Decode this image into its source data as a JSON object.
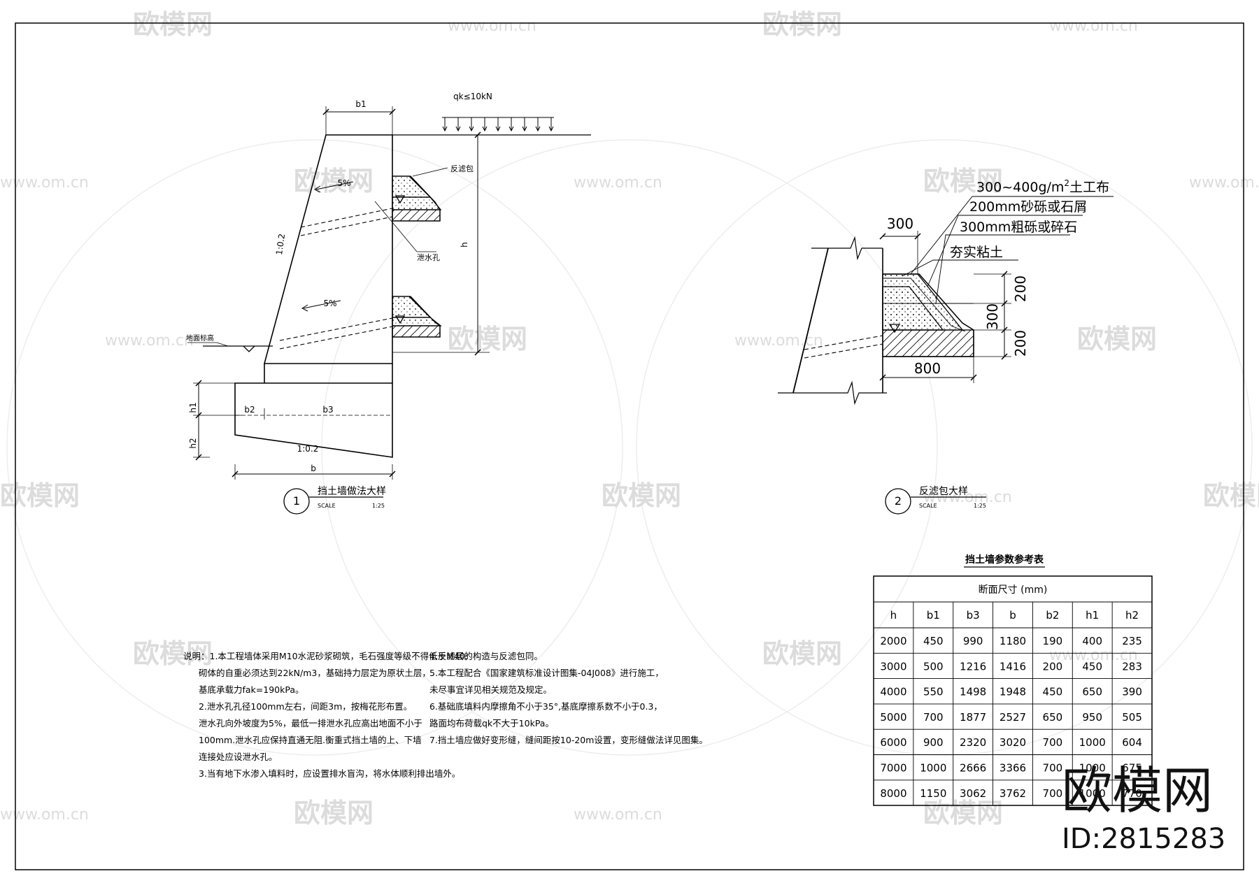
{
  "watermark": {
    "logo_text": "欧模网",
    "site_text": "www.om.cn"
  },
  "brand": {
    "name": "欧模网",
    "id_label": "ID:2815283"
  },
  "detail1": {
    "number": "1",
    "title": "挡土墙做法大样",
    "scale_label": "SCALE",
    "scale_value": "1:25",
    "load": "qk≤10kN",
    "dims": {
      "b1": "b1",
      "b2": "b2",
      "b3": "b3",
      "b": "b",
      "h": "h",
      "h1": "h1",
      "h2": "h2"
    },
    "slope1": "1:0.2",
    "slope2": "1:0.2",
    "drain_slope_1": "5%",
    "drain_slope_2": "5%",
    "callout_filter": "反滤包",
    "callout_drain": "泄水孔",
    "ground_label": "地面标高"
  },
  "detail2": {
    "number": "2",
    "title": "反滤包大样",
    "scale_label": "SCALE",
    "scale_value": "1:25",
    "layer1_prefix": "300~400g/m",
    "layer1_sup": "2",
    "layer1_suffix": "土工布",
    "layer2": "200mm砂砾或石屑",
    "layer3": "300mm粗砾或碎石",
    "layer4": "夯实粘土",
    "dim_top": "300",
    "dim_width": "800",
    "dim_v1": "200",
    "dim_v2": "300",
    "dim_v3": "200"
  },
  "notes_left": [
    "说明：1.本工程墙体采用M10水泥砂浆砌筑，毛石强度等级不得低于M40;",
    "砌体的自重必须达到22kN/m3，基础持力层定为原状土层，",
    "基底承载力fak=190kPa。",
    "2.泄水孔孔径100mm左右，间距3m，按梅花形布置。",
    "泄水孔向外坡度为5%，最低一排泄水孔应高出地面不小于",
    "100mm.泄水孔应保持直通无阻.衡重式挡土墙的上、下墙",
    "连接处应设泄水孔。",
    "3.当有地下水渗入填料时，应设置排水盲沟，将水体顺利排出墙外。"
  ],
  "notes_right": [
    "4.反滤层的构造与反滤包同。",
    "5.本工程配合《国家建筑标准设计图集-04J008》进行施工，",
    "未尽事宜详见相关规范及规定。",
    "6.基础底填料内摩擦角不小于35°,基底摩擦系数不小于0.3，",
    "路面均布荷载qk不大于10kPa。",
    "7.挡土墙应做好变形缝，缝间距按10-20m设置，变形缝做法详见图集。"
  ],
  "table": {
    "title": "挡土墙参数参考表",
    "group_header": "断面尺寸  (mm)",
    "columns": [
      "h",
      "b1",
      "b3",
      "b",
      "b2",
      "h1",
      "h2"
    ],
    "rows": [
      [
        "2000",
        "450",
        "990",
        "1180",
        "190",
        "400",
        "235"
      ],
      [
        "3000",
        "500",
        "1216",
        "1416",
        "200",
        "450",
        "283"
      ],
      [
        "4000",
        "550",
        "1498",
        "1948",
        "450",
        "650",
        "390"
      ],
      [
        "5000",
        "700",
        "1877",
        "2527",
        "650",
        "950",
        "505"
      ],
      [
        "6000",
        "900",
        "2320",
        "3020",
        "700",
        "1000",
        "604"
      ],
      [
        "7000",
        "1000",
        "2666",
        "3366",
        "700",
        "1000",
        "675"
      ],
      [
        "8000",
        "1150",
        "3062",
        "3762",
        "700",
        "1000",
        "770"
      ]
    ]
  }
}
